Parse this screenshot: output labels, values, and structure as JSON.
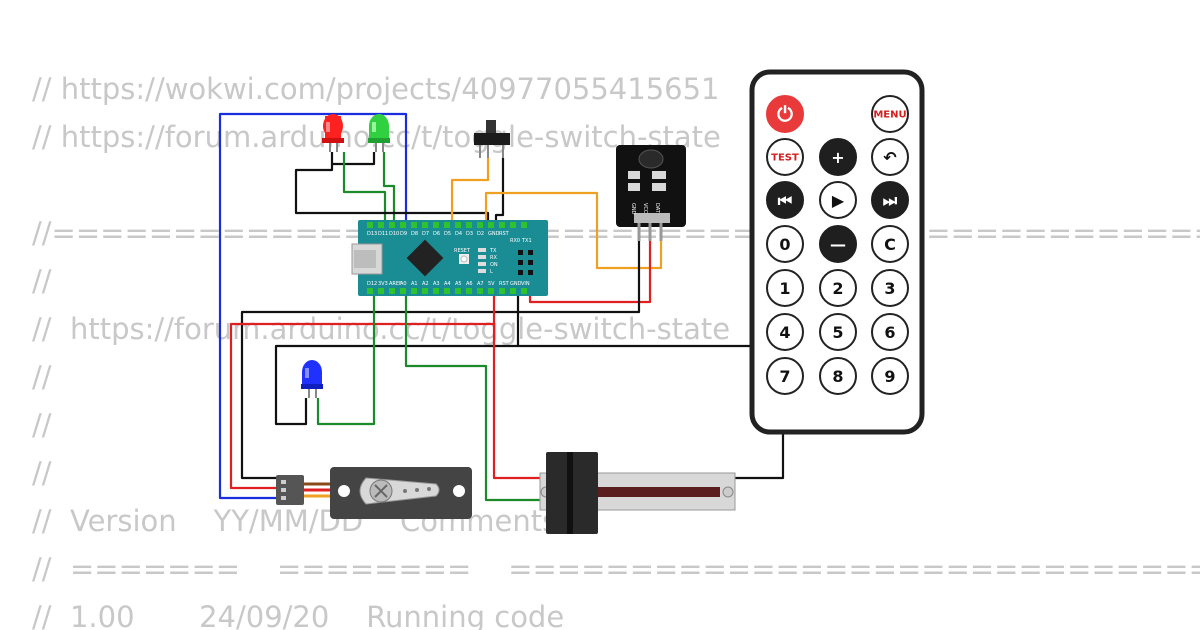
{
  "code_lines": [
    "// https://wokwi.com/projects/40977055415651",
    "// https://forum.arduino.cc/t/toggle-switch-state",
    "",
    "//=================================================================================^====================",
    "//",
    "//  https://forum.arduino.cc/t/toggle-switch-state",
    "//",
    "//",
    "//",
    "//  Version    YY/MM/DD    Comments",
    "//  =======    ========    ========================================================================",
    "//  1.00       24/09/20    Running code"
  ],
  "arduino": {
    "top_pins": [
      "D13",
      "D11",
      "D10",
      "D9",
      "D8",
      "D7",
      "D6",
      "D5",
      "D4",
      "D3",
      "D2",
      "GND",
      "RST",
      "RX0",
      "TX1"
    ],
    "bottom_pins": [
      "D12",
      "3V3",
      "AREF",
      "A0",
      "A1",
      "A2",
      "A3",
      "A4",
      "A5",
      "A6",
      "A7",
      "5V",
      "RST",
      "GND",
      "VIN"
    ],
    "leds": [
      "TX",
      "RX",
      "ON",
      "L"
    ],
    "reset_label": "RESET"
  },
  "ir_receiver": {
    "pins": [
      "GND",
      "VCC",
      "DAT"
    ]
  },
  "remote": {
    "buttons": [
      {
        "id": "power",
        "label": "⏻",
        "style": "red"
      },
      {
        "id": "menu",
        "label": "MENU",
        "style": "outline-red"
      },
      {
        "id": "test",
        "label": "TEST",
        "style": "outline-red"
      },
      {
        "id": "plus",
        "label": "+",
        "style": "dark"
      },
      {
        "id": "back",
        "label": "↶",
        "style": "outline"
      },
      {
        "id": "prev",
        "label": "⏮",
        "style": "dark"
      },
      {
        "id": "play",
        "label": "▶",
        "style": "outline"
      },
      {
        "id": "next",
        "label": "⏭",
        "style": "dark"
      },
      {
        "id": "zero",
        "label": "0",
        "style": "outline"
      },
      {
        "id": "minus",
        "label": "—",
        "style": "dark"
      },
      {
        "id": "c",
        "label": "C",
        "style": "outline"
      },
      {
        "id": "one",
        "label": "1",
        "style": "outline"
      },
      {
        "id": "two",
        "label": "2",
        "style": "outline"
      },
      {
        "id": "three",
        "label": "3",
        "style": "outline"
      },
      {
        "id": "four",
        "label": "4",
        "style": "outline"
      },
      {
        "id": "five",
        "label": "5",
        "style": "outline"
      },
      {
        "id": "six",
        "label": "6",
        "style": "outline"
      },
      {
        "id": "seven",
        "label": "7",
        "style": "outline"
      },
      {
        "id": "eight",
        "label": "8",
        "style": "outline"
      },
      {
        "id": "nine",
        "label": "9",
        "style": "outline"
      }
    ]
  },
  "colors": {
    "board": "#1a8c94",
    "wire_black": "#111111",
    "wire_red": "#e02020",
    "wire_green": "#1a8a2a",
    "wire_blue": "#1a2ee0",
    "wire_orange": "#f0a020",
    "led_red": "#ff2020",
    "led_green": "#30d040",
    "led_blue": "#2030ff",
    "code_text": "#c8c8c8"
  }
}
